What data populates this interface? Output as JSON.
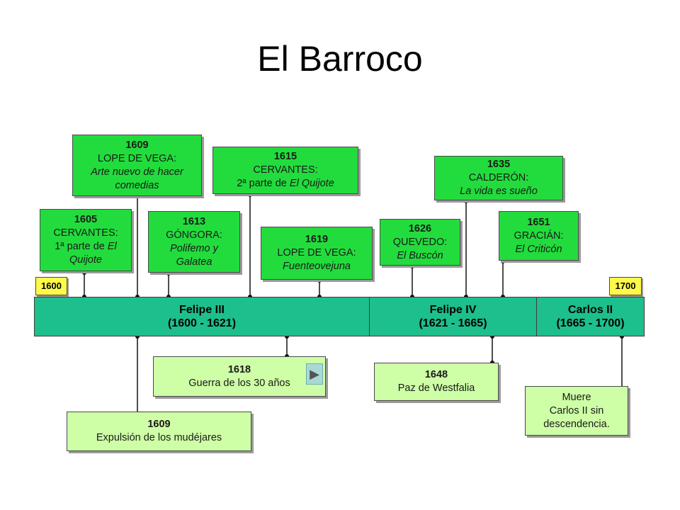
{
  "slide": {
    "title": "El Barroco"
  },
  "years": {
    "start": "1600",
    "end": "1700"
  },
  "reigns": [
    {
      "name": "Felipe III",
      "dates": "(1600 - 1621)"
    },
    {
      "name": "Felipe IV",
      "dates": "(1621 - 1665)"
    },
    {
      "name": "Carlos II",
      "dates": "(1665 - 1700)"
    }
  ],
  "events_above": [
    {
      "year": "1609",
      "line1": "LOPE DE VEGA:",
      "line2": "Arte nuevo de hacer",
      "line3": "comedias"
    },
    {
      "year": "1605",
      "line1": "CERVANTES:",
      "line2a": "1ª parte de ",
      "line2b": "El",
      "line3": "Quijote"
    },
    {
      "year": "1613",
      "line1": "GÓNGORA:",
      "line2": "Polifemo y",
      "line3": "Galatea"
    },
    {
      "year": "1615",
      "line1": "CERVANTES:",
      "line2a": "2ª parte de ",
      "line2b": "El Quijote"
    },
    {
      "year": "1619",
      "line1": "LOPE DE VEGA:",
      "line2": "Fuenteovejuna"
    },
    {
      "year": "1626",
      "line1": "QUEVEDO:",
      "line2": "El Buscón"
    },
    {
      "year": "1635",
      "line1": "CALDERÓN:",
      "line2": "La vida es sueño"
    },
    {
      "year": "1651",
      "line1": "GRACIÁN:",
      "line2": "El Criticón"
    }
  ],
  "events_below": [
    {
      "year": "1618",
      "text": "Guerra de los 30 años"
    },
    {
      "year": "1609",
      "text": "Expulsión de los mudéjares"
    },
    {
      "year": "1648",
      "text": "Paz de Westfalia"
    },
    {
      "line1": "Muere",
      "line2": "Carlos II sin",
      "line3": "descendencia."
    }
  ],
  "play_icon": "play-triangle-icon"
}
